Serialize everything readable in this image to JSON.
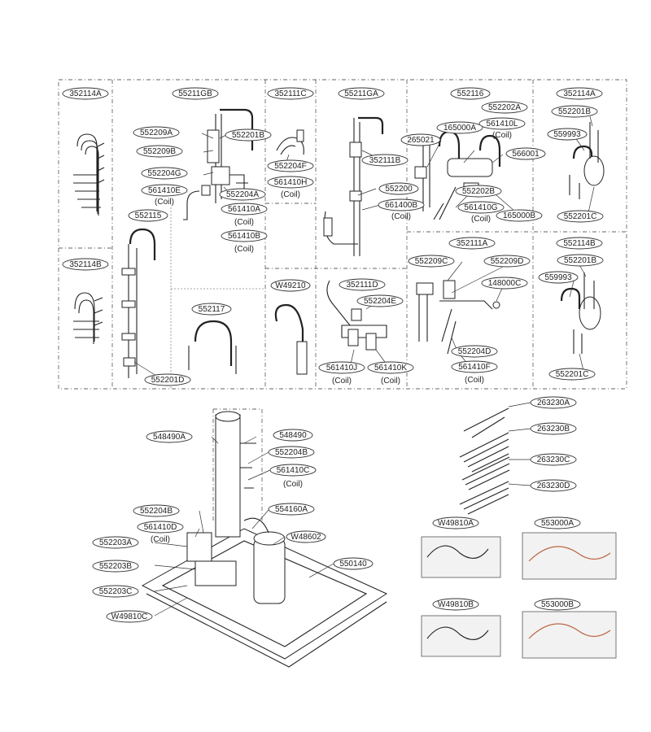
{
  "labels": [
    {
      "id": "352114A-top",
      "text": "352114A"
    },
    {
      "id": "55211GB",
      "text": "55211GB"
    },
    {
      "id": "352111C",
      "text": "352111C"
    },
    {
      "id": "55211GA",
      "text": "55211GA"
    },
    {
      "id": "552116",
      "text": "552116"
    },
    {
      "id": "352114A-right",
      "text": "352114A"
    },
    {
      "id": "552209A",
      "text": "552209A"
    },
    {
      "id": "552209B",
      "text": "552209B"
    },
    {
      "id": "552201B-mid",
      "text": "552201B"
    },
    {
      "id": "552202A",
      "text": "552202A"
    },
    {
      "id": "165000A",
      "text": "165000A"
    },
    {
      "id": "561410L",
      "text": "561410L"
    },
    {
      "id": "552201B-r1",
      "text": "552201B"
    },
    {
      "id": "559993-r1",
      "text": "559993"
    },
    {
      "id": "265021",
      "text": "265021"
    },
    {
      "id": "566001",
      "text": "566001"
    },
    {
      "id": "352111B",
      "text": "352111B"
    },
    {
      "id": "552204F",
      "text": "552204F"
    },
    {
      "id": "561410H",
      "text": "561410H"
    },
    {
      "id": "552204G",
      "text": "552204G"
    },
    {
      "id": "561410E",
      "text": "561410E"
    },
    {
      "id": "552204A",
      "text": "552204A"
    },
    {
      "id": "552200",
      "text": "552200"
    },
    {
      "id": "552202B",
      "text": "552202B"
    },
    {
      "id": "561400B",
      "text": "661400B"
    },
    {
      "id": "561410G",
      "text": "561410G"
    },
    {
      "id": "165000B",
      "text": "165000B"
    },
    {
      "id": "552201C-r1",
      "text": "552201C"
    },
    {
      "id": "552115",
      "text": "552115"
    },
    {
      "id": "561410A",
      "text": "561410A"
    },
    {
      "id": "561410B",
      "text": "561410B"
    },
    {
      "id": "352114B",
      "text": "352114B"
    },
    {
      "id": "352111A",
      "text": "352111A"
    },
    {
      "id": "552114B",
      "text": "552114B"
    },
    {
      "id": "552209C",
      "text": "552209C"
    },
    {
      "id": "552209D",
      "text": "552209D"
    },
    {
      "id": "552201B-r2",
      "text": "552201B"
    },
    {
      "id": "W49210",
      "text": "W49210"
    },
    {
      "id": "352111D",
      "text": "352111D"
    },
    {
      "id": "148000C",
      "text": "148000C"
    },
    {
      "id": "559993-r2",
      "text": "559993"
    },
    {
      "id": "552117",
      "text": "552117"
    },
    {
      "id": "552204E",
      "text": "552204E"
    },
    {
      "id": "552204D",
      "text": "552204D"
    },
    {
      "id": "561410J",
      "text": "561410J"
    },
    {
      "id": "561410K",
      "text": "561410K"
    },
    {
      "id": "561410F",
      "text": "561410F"
    },
    {
      "id": "552201C-r2",
      "text": "552201C"
    },
    {
      "id": "552201D",
      "text": "552201D"
    },
    {
      "id": "548490A",
      "text": "548490A"
    },
    {
      "id": "548490",
      "text": "548490"
    },
    {
      "id": "552204B-top",
      "text": "552204B"
    },
    {
      "id": "561410C",
      "text": "561410C"
    },
    {
      "id": "554160A",
      "text": "554160A"
    },
    {
      "id": "552204B-low",
      "text": "552204B"
    },
    {
      "id": "561410D",
      "text": "561410D"
    },
    {
      "id": "W48602",
      "text": "W48602"
    },
    {
      "id": "552203A",
      "text": "552203A"
    },
    {
      "id": "552203B",
      "text": "552203B"
    },
    {
      "id": "550140",
      "text": "550140"
    },
    {
      "id": "552203C",
      "text": "552203C"
    },
    {
      "id": "W49810C",
      "text": "W49810C"
    },
    {
      "id": "263230A",
      "text": "263230A"
    },
    {
      "id": "263230B",
      "text": "263230B"
    },
    {
      "id": "263230C",
      "text": "263230C"
    },
    {
      "id": "263230D",
      "text": "263230D"
    },
    {
      "id": "W49810A",
      "text": "W49810A"
    },
    {
      "id": "553000A",
      "text": "553000A"
    },
    {
      "id": "W49810B",
      "text": "W49810B"
    },
    {
      "id": "553000B",
      "text": "553000B"
    }
  ],
  "coil_note": "(Coil)"
}
